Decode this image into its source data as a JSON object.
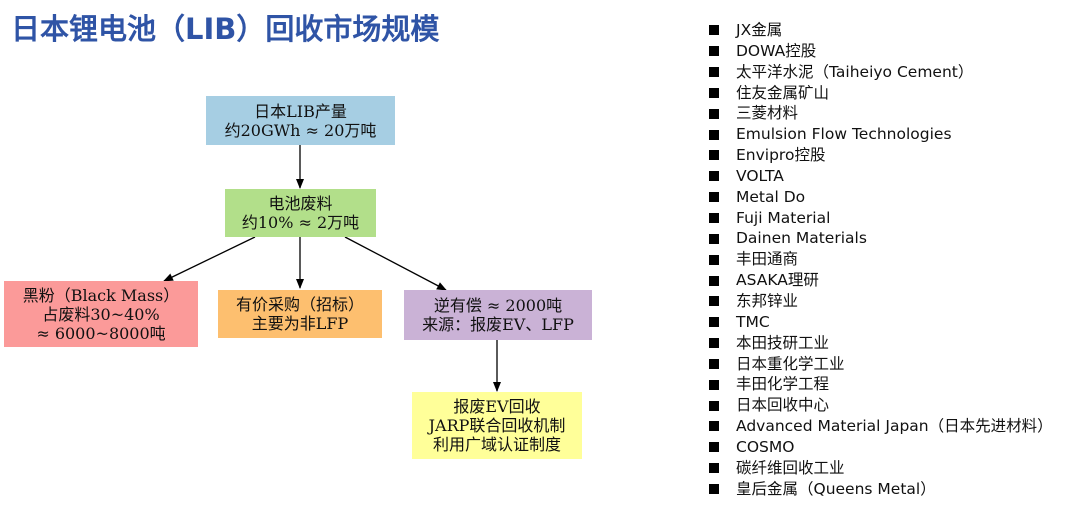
{
  "title": "日本锂电池（LIB）回收市场规模",
  "colors": {
    "title": "#2f54a6",
    "production": "#a6cee3",
    "waste": "#b2df8a",
    "black_mass": "#fb9a99",
    "paid_purchase": "#fdbf6f",
    "reverse_payment": "#cab2d6",
    "ev_recycling": "#ffff99"
  },
  "flowchart": {
    "nodes": {
      "production": {
        "lines": [
          "日本LIB产量",
          "约20GWh ≈ 20万吨"
        ]
      },
      "waste": {
        "lines": [
          "电池废料",
          "约10% ≈ 2万吨"
        ]
      },
      "black_mass": {
        "lines": [
          "黑粉（Black Mass）",
          "占废料30~40%",
          "≈ 6000~8000吨"
        ]
      },
      "paid_purchase": {
        "lines": [
          "有价采购（招标）",
          "主要为非LFP"
        ]
      },
      "reverse_payment": {
        "lines": [
          "逆有偿 ≈ 2000吨",
          "来源：报废EV、LFP"
        ]
      },
      "ev_recycling": {
        "lines": [
          "报废EV回收",
          "JARP联合回收机制",
          "利用广域认证制度"
        ]
      }
    },
    "edges": [
      {
        "from": "production",
        "to": "waste"
      },
      {
        "from": "waste",
        "to": "black_mass"
      },
      {
        "from": "waste",
        "to": "paid_purchase"
      },
      {
        "from": "waste",
        "to": "reverse_payment"
      },
      {
        "from": "reverse_payment",
        "to": "ev_recycling"
      }
    ]
  },
  "companies": [
    "JX金属",
    "DOWA控股",
    "太平洋水泥（Taiheiyo Cement）",
    "住友金属矿山",
    "三菱材料",
    "Emulsion Flow Technologies",
    "Envipro控股",
    "VOLTA",
    "Metal Do",
    "Fuji Material",
    "Dainen Materials",
    "丰田通商",
    "ASAKA理研",
    "东邦锌业",
    "TMC",
    "本田技研工业",
    "日本重化学工业",
    "丰田化学工程",
    "日本回收中心",
    "Advanced Material Japan（日本先进材料）",
    "COSMO",
    "碳纤维回收工业",
    "皇后金属（Queens Metal）"
  ]
}
